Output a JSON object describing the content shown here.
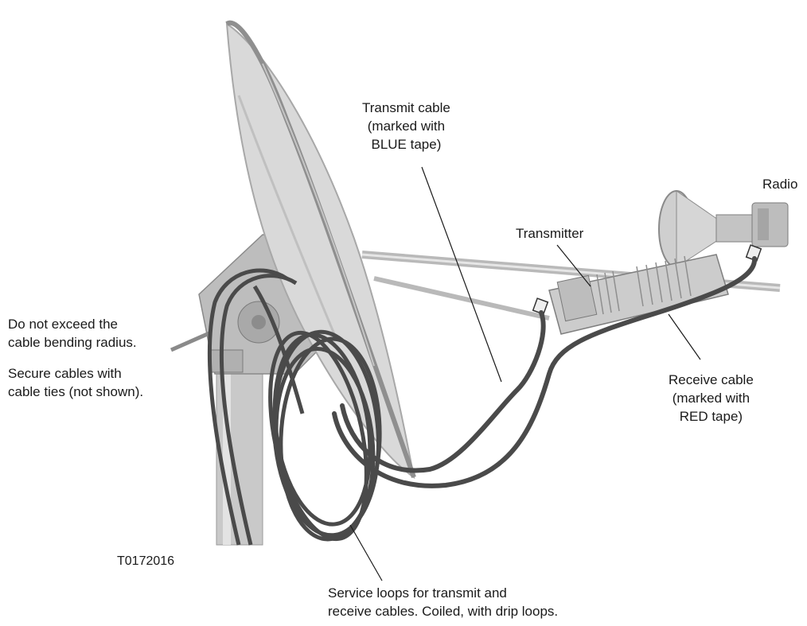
{
  "figure": {
    "figure_id": "T0172016",
    "labels": {
      "transmit_cable": [
        "Transmit cable",
        "(marked with",
        "BLUE tape)"
      ],
      "radio": "Radio",
      "transmitter": "Transmitter",
      "bending_radius_note": [
        "Do not exceed the",
        "cable bending radius."
      ],
      "cable_ties_note": [
        "Secure cables with",
        "cable ties (not shown)."
      ],
      "receive_cable": [
        "Receive cable",
        "(marked with",
        "RED tape)"
      ],
      "service_loops": [
        "Service loops for transmit and",
        "receive cables. Coiled, with drip loops."
      ]
    },
    "colors": {
      "cable": "#4a4a4a",
      "dish": "#d9d9d9",
      "dish_edge": "#a8a8a8",
      "metal": "#bdbdbd",
      "leader": "#1a1a1a"
    }
  }
}
